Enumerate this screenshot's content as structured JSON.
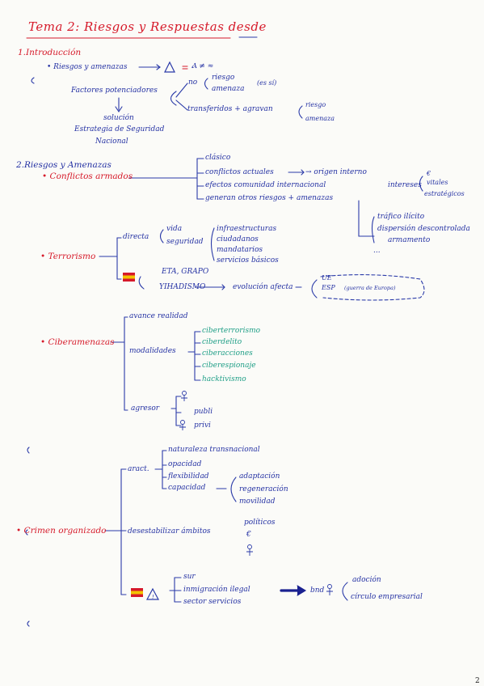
{
  "title": "Tema 2: Riesgos y Respuestas desde",
  "page_number": "2",
  "s1": {
    "heading": "1.Introducción",
    "bullet": "• Riesgos y amenazas",
    "arrow_note": "Ⲁ ≠ ≈",
    "factores": "Factores potenciadores",
    "no": "no",
    "riesgo1": "riesgo",
    "amenaza1": "amenaza",
    "note_es": "(es sí)",
    "transfer": "transferidos + agravan",
    "riesgo2": "riesgo",
    "amenaza2": "amenaza",
    "solucion": "solución",
    "estrategia": "Estrategia de Seguridad",
    "nacional": "Nacional"
  },
  "s2": {
    "heading": "2.Riesgos y Amenazas",
    "conflictos": {
      "label": "• Conflictos armados",
      "items": [
        "clásico",
        "conflictos actuales",
        "efectos comunidad internacional",
        "generan otros riesgos + amenazas"
      ],
      "origen": "→ origen interno",
      "intereses": "intereses",
      "intereses_sub": [
        "€",
        "vitales",
        "estratégicos"
      ],
      "sub": [
        "tráfico ilícito",
        "dispersión descontrolada",
        "armamento",
        "..."
      ]
    },
    "terrorismo": {
      "label": "• Terrorismo",
      "directa": "directa",
      "vida": "vida",
      "seguridad": "seguridad",
      "targets": [
        "infraestructuras",
        "ciudadanos",
        "mandatarios",
        "servicios básicos"
      ],
      "eta": "ETA, GRAPO",
      "yihadismo": "YIHADISMO",
      "evolucion": "evolución afecta",
      "ue": "UE",
      "esp": "ESP",
      "guerra": "(guerra de Europa)"
    },
    "ciber": {
      "label": "• Ciberamenazas",
      "avance": "avance realidad",
      "modalidades": "modalidades",
      "mods": [
        "ciberterrorismo",
        "ciberdelito",
        "ciberacciones",
        "ciberespionaje",
        "hacktivismo"
      ],
      "agresor": "agresor",
      "publi": "publi",
      "privi": "privi"
    },
    "crimen": {
      "label": "• Crimen organizado",
      "aract": "aract.",
      "aract_items": [
        "naturaleza transnacional",
        "opacidad",
        "flexibilidad",
        "capacidad"
      ],
      "cap_items": [
        "adaptación",
        "regeneración",
        "movilidad"
      ],
      "desestabilizar": "desestabilizar ámbitos",
      "politicos": "políticos",
      "euro": "€",
      "ues": [
        "sur",
        "inmigración ilegal",
        "sector servicios"
      ],
      "bnd": "bnd",
      "bnd_items": [
        "adoción",
        "círculo empresarial"
      ]
    }
  }
}
